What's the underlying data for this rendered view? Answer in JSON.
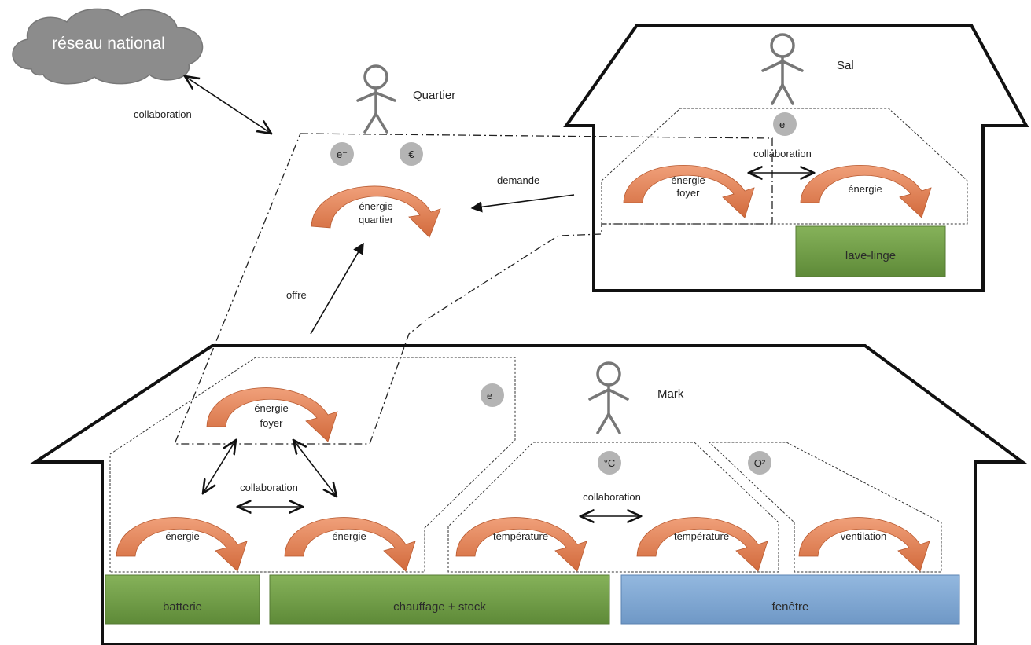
{
  "cloud": {
    "label": "réseau national",
    "color": "#8c8c8c"
  },
  "actors": {
    "quartier": "Quartier",
    "sal": "Sal",
    "mark": "Mark"
  },
  "badges": {
    "quartier_e": "e⁻",
    "quartier_euro": "€",
    "sal_e": "e⁻",
    "mark_e": "e⁻",
    "mark_c": "°C",
    "mark_o2": "O²"
  },
  "arrows": {
    "collaboration_national": "collaboration",
    "demande": "demande",
    "offre": "offre",
    "sal_collab": "collaboration",
    "mark_collab_energy": "collaboration",
    "mark_collab_temp": "collaboration"
  },
  "cycles": {
    "quartier": [
      "énergie",
      "quartier"
    ],
    "sal_foyer": [
      "énergie",
      "foyer"
    ],
    "sal_energie": "énergie",
    "mark_foyer": [
      "énergie",
      "foyer"
    ],
    "mark_energie_1": "énergie",
    "mark_energie_2": "énergie",
    "mark_temp_1": "température",
    "mark_temp_2": "température",
    "mark_ventilation": "ventilation"
  },
  "devices": {
    "lave_linge": "lave-linge",
    "batterie": "batterie",
    "chauffage": "chauffage + stock",
    "fenetre": "fenêtre"
  },
  "colors": {
    "cycle": "#e07c4f",
    "device_green": "#6d9a45",
    "device_blue": "#7ba4d2",
    "badge": "#b4b4b4"
  }
}
